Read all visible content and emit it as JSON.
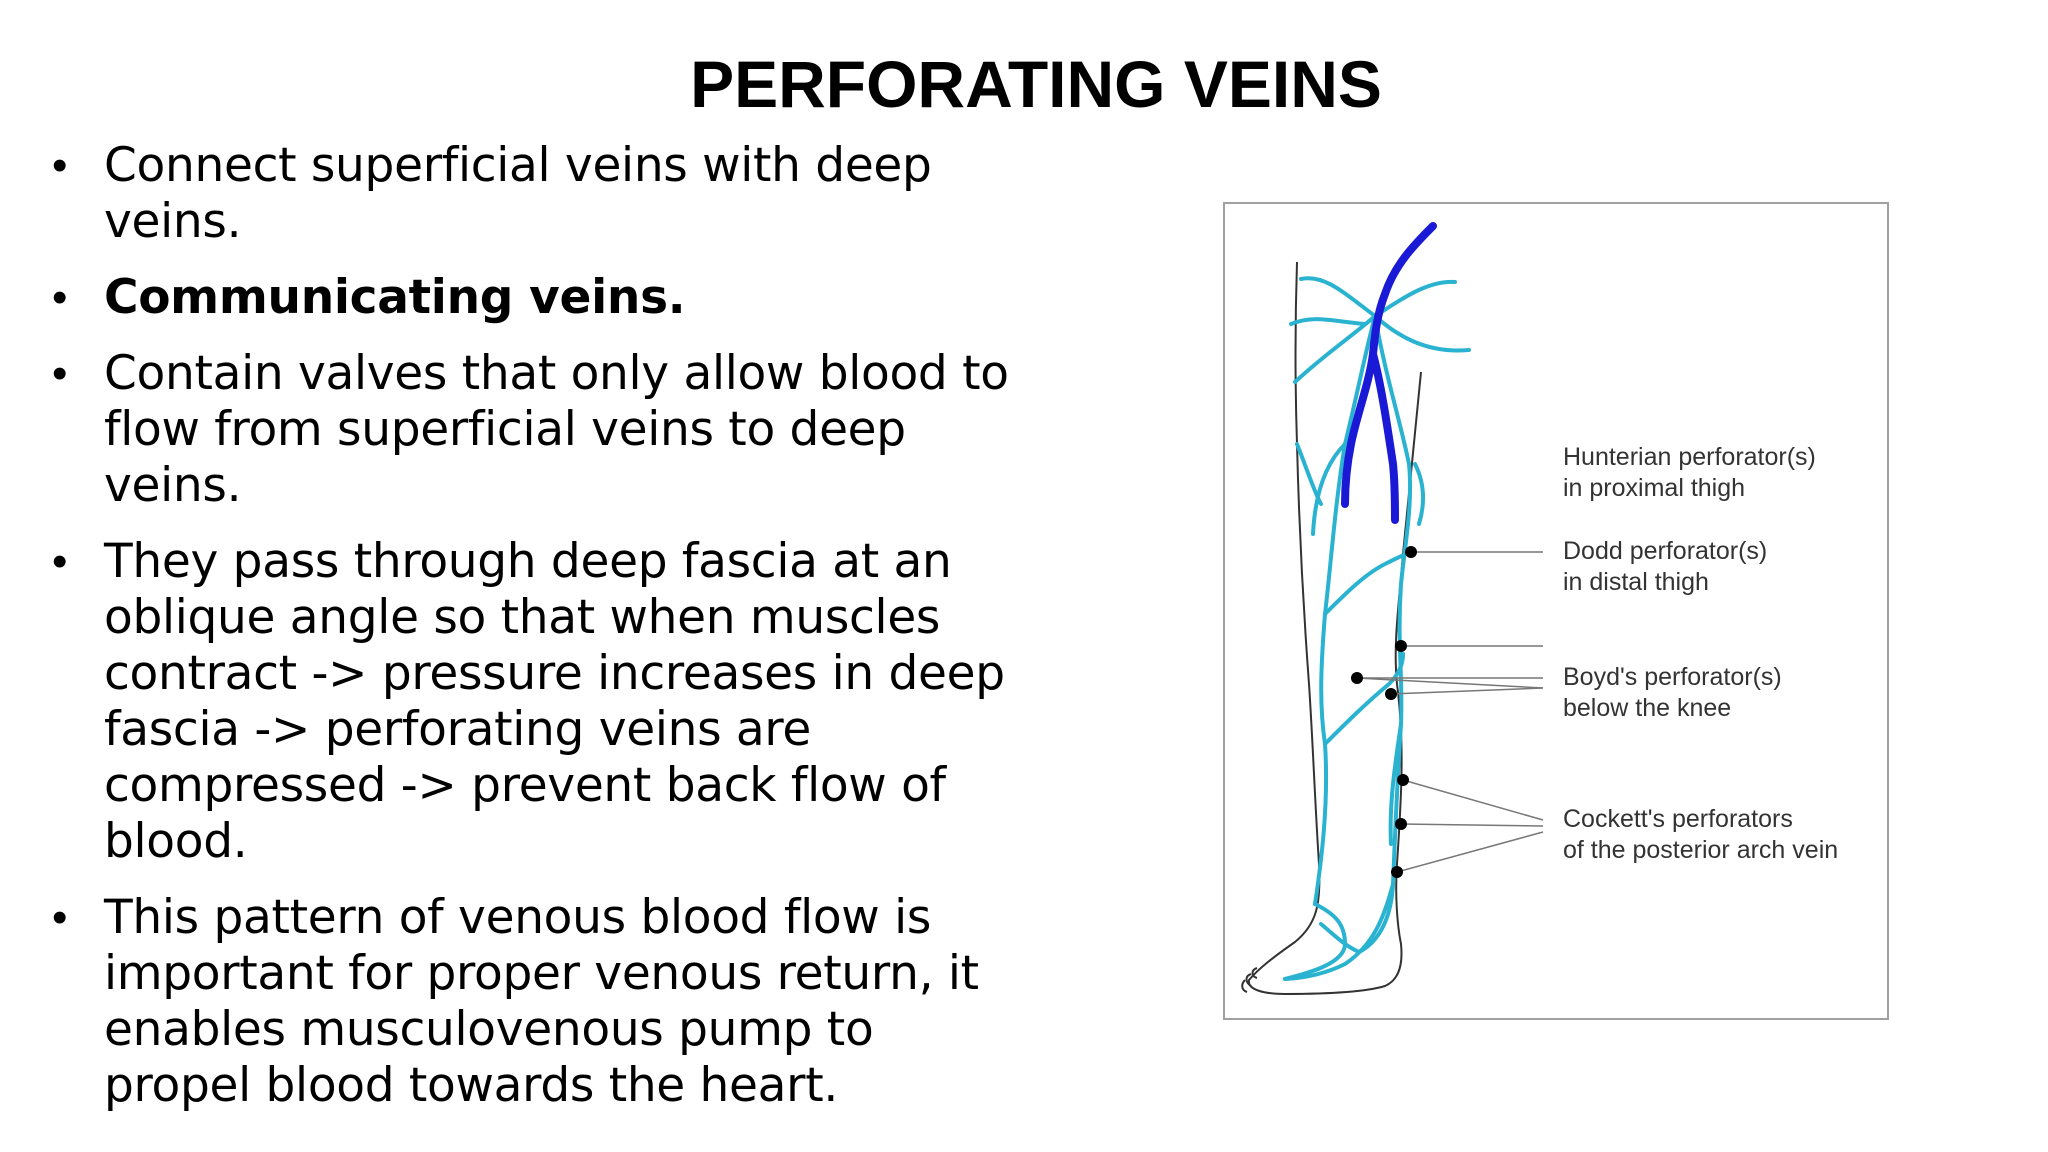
{
  "title": "PERFORATING VEINS",
  "bullets": [
    {
      "text": "Connect superficial veins with deep veins.",
      "bold": false
    },
    {
      "text": "Communicating veins.",
      "bold": true
    },
    {
      "text": "Contain valves that only allow blood to flow from superficial veins to deep veins.",
      "bold": false
    },
    {
      "text": "They pass through deep fascia at an oblique angle so that when muscles contract  -> pressure increases in deep fascia -> perforating veins are compressed -> prevent back flow of blood.",
      "bold": false
    },
    {
      "text": "This pattern of venous blood flow is important for proper venous return, it enables musculovenous pump to propel blood towards the heart.",
      "bold": false
    }
  ],
  "figure": {
    "labels": [
      {
        "line1": "Hunterian perforator(s)",
        "line2": "in proximal thigh"
      },
      {
        "line1": "Dodd perforator(s)",
        "line2": "in distal thigh"
      },
      {
        "line1": "Boyd's perforator(s)",
        "line2": "below the knee"
      },
      {
        "line1": "Cockett's perforators",
        "line2": "of the posterior arch vein"
      }
    ],
    "colors": {
      "superficial_vein": "#2ab3d0",
      "deep_vein": "#1a1ad6",
      "outline": "#333333",
      "perforator_dot": "#000000"
    }
  }
}
